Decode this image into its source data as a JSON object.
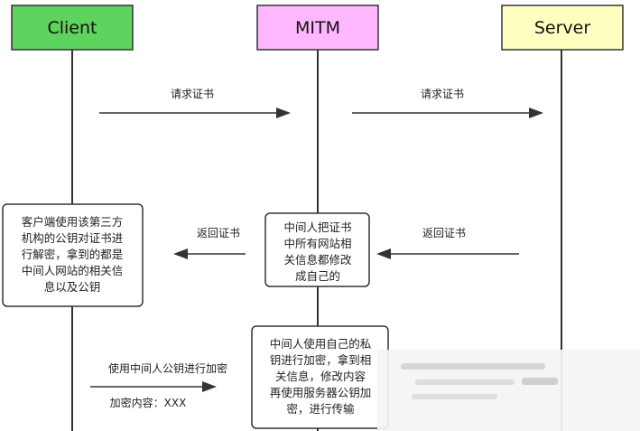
{
  "participants": [
    {
      "name": "Client",
      "color": "#5ed35e"
    },
    {
      "name": "MITM",
      "color": "#ffb8ff"
    },
    {
      "name": "Server",
      "color": "#ffffc0"
    }
  ],
  "messages": [
    {
      "label": "请求证书"
    },
    {
      "label": "请求证书"
    },
    {
      "label": "返回证书"
    },
    {
      "label": "返回证书"
    },
    {
      "label": "使用中间人公钥进行加密"
    },
    {
      "label": "加密内容：XXX"
    }
  ],
  "notes": {
    "client": {
      "lines": [
        "客户端使用该第三方",
        "机构的公钥对证书进",
        "行解密，拿到的都是",
        "中间人网站的相关信",
        "息以及公钥"
      ]
    },
    "mitm_swap": {
      "lines": [
        "中间人把证书",
        "中所有网站相",
        "关信息都修改",
        "成自己的"
      ]
    },
    "mitm_decrypt": {
      "lines": [
        "中间人使用自己的私",
        "钥进行加密，拿到相",
        "关信息，修改内容",
        "再使用服务器公钥加",
        "密，进行传输"
      ]
    }
  },
  "colors": {
    "line": "#333333",
    "note_fill": "#ffffff"
  }
}
